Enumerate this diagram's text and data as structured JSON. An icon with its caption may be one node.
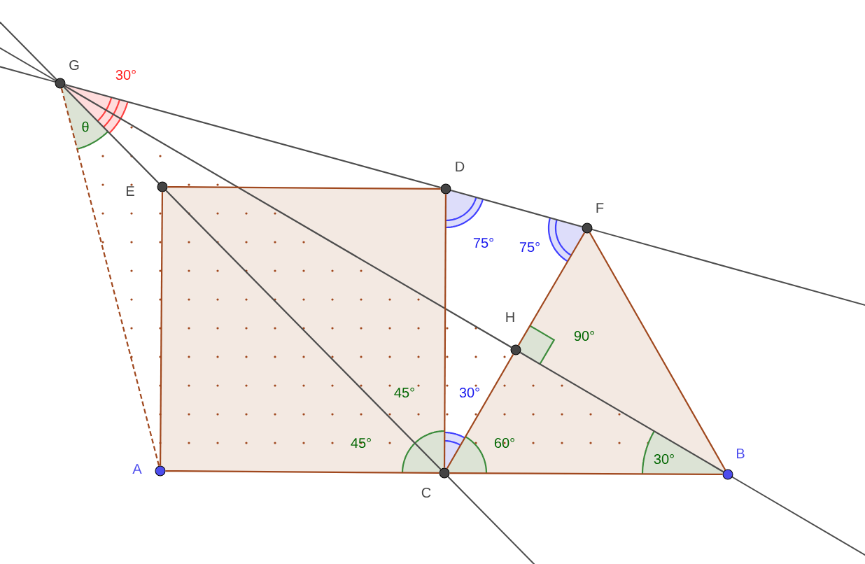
{
  "diagram": {
    "nodes": [
      {
        "text": [
          "G"
        ]
      },
      {
        "text": [
          "E"
        ]
      },
      {
        "text": [
          "D"
        ]
      },
      {
        "text": [
          "F"
        ]
      },
      {
        "text": [
          "H"
        ]
      },
      {
        "text": [
          "A"
        ]
      },
      {
        "text": [
          "C"
        ]
      },
      {
        "text": [
          "B"
        ]
      }
    ],
    "edges": [
      {
        "from": 0,
        "to": 5,
        "arrow": "none",
        "style": "dashed"
      },
      {
        "from": 0,
        "to": 2,
        "arrow": "none",
        "color": "#4d4d4d"
      },
      {
        "from": 2,
        "to": 3,
        "arrow": "none",
        "color": "#4d4d4d"
      },
      {
        "from": 0,
        "to": 1,
        "arrow": "none",
        "color": "#4d4d4d"
      },
      {
        "from": 1,
        "to": 6,
        "arrow": "none",
        "color": "#4d4d4d"
      },
      {
        "from": 0,
        "to": 4,
        "arrow": "none",
        "color": "#4d4d4d"
      },
      {
        "from": 4,
        "to": 7,
        "arrow": "none",
        "color": "#4d4d4d"
      },
      {
        "from": 1,
        "to": 2,
        "arrow": "none"
      },
      {
        "from": 5,
        "to": 1,
        "arrow": "none"
      },
      {
        "from": 2,
        "to": 6,
        "arrow": "none"
      },
      {
        "from": 6,
        "to": 4,
        "arrow": "none"
      },
      {
        "from": 4,
        "to": 3,
        "arrow": "none"
      },
      {
        "from": 3,
        "to": 7,
        "arrow": "none"
      },
      {
        "from": 5,
        "to": 6,
        "arrow": "none"
      },
      {
        "from": 6,
        "to": 7,
        "arrow": "none"
      }
    ],
    "labels": [
      "30°",
      "θ",
      "75°",
      "75°",
      "90°",
      "45°",
      "30°",
      "45°",
      "60°",
      "30°"
    ]
  }
}
